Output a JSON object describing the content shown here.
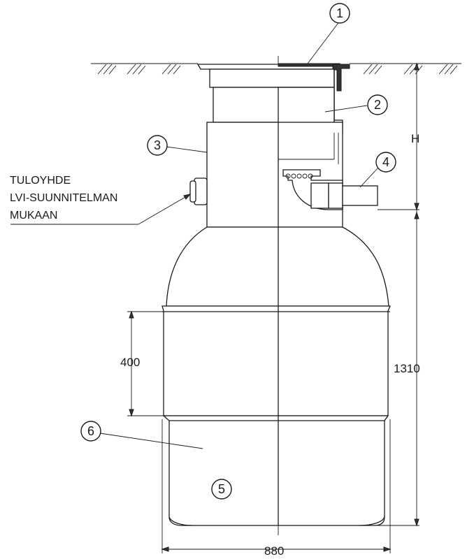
{
  "callouts": [
    "1",
    "2",
    "3",
    "4",
    "5",
    "6"
  ],
  "dimensions": {
    "height_h": "H",
    "height_total": "1310",
    "section_height": "400",
    "width": "880"
  },
  "note": {
    "line1": "TULOYHDE",
    "line2": "LVI-SUUNNITELMAN",
    "line3": "MUKAAN"
  }
}
